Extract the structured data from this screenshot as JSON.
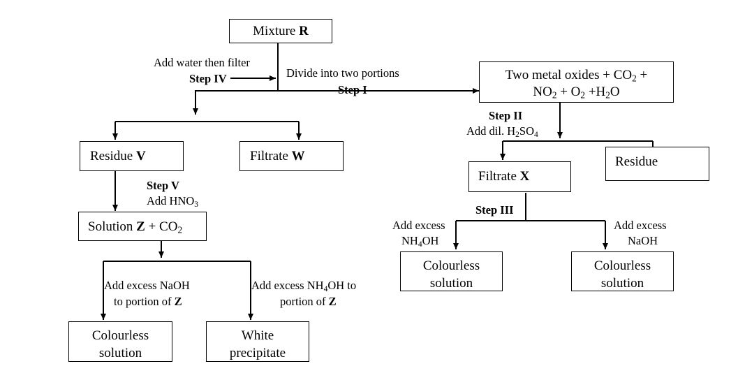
{
  "boxes": {
    "mixture_r": {
      "text": "Mixture ",
      "bold": "R"
    },
    "two_metal_oxides": {
      "line1": "Two metal oxides + CO",
      "line1_sub": "2",
      "line1_end": " +",
      "line2": "NO",
      "line2_sub": "2",
      "line2_mid": " + O",
      "line2_sub2": "2",
      "line2_end": " +H",
      "line2_sub3": "2",
      "line2_tail": "O"
    },
    "residue_v": {
      "text": "Residue ",
      "bold": "V"
    },
    "filtrate_w": {
      "text": "Filtrate ",
      "bold": "W"
    },
    "filtrate_x": {
      "text": "Filtrate ",
      "bold": "X"
    },
    "residue": {
      "text": "Residue"
    },
    "solution_z": {
      "text": "Solution ",
      "bold": "Z",
      "rest": " + CO",
      "sub": "2"
    },
    "colourless_left": {
      "line1": "Colourless",
      "line2": "solution"
    },
    "white_precipitate": {
      "line1": "White",
      "line2": "precipitate"
    },
    "colourless_mid": {
      "line1": "Colourless",
      "line2": "solution"
    },
    "colourless_right": {
      "line1": "Colourless",
      "line2": "solution"
    }
  },
  "labels": {
    "add_water_filter": "Add water then filter",
    "step_iv": "Step IV",
    "divide_portions": "Divide into two portions",
    "step_i": "Step I",
    "step_ii": "Step II",
    "add_dil": "Add dil. H",
    "add_dil_sub1": "2",
    "add_dil_mid": "SO",
    "add_dil_sub2": "4",
    "step_v": "Step V",
    "add_hno3": "Add HNO",
    "add_hno3_sub": "3",
    "step_iii": "Step III",
    "add_excess_nh4oh_line1": "Add excess",
    "add_excess_nh4oh_line2": "NH",
    "add_excess_nh4oh_sub": "4",
    "add_excess_nh4oh_line2_end": "OH",
    "add_excess_naoh_line1": "Add excess",
    "add_excess_naoh_line2": "NaOH",
    "z_naoh_line1": "Add excess NaOH",
    "z_naoh_line2": "to portion of ",
    "z_naoh_bold": "Z",
    "z_nh4oh_line1": "Add excess NH",
    "z_nh4oh_sub": "4",
    "z_nh4oh_line1_end": "OH to",
    "z_nh4oh_line2": "portion of ",
    "z_nh4oh_bold": "Z"
  }
}
